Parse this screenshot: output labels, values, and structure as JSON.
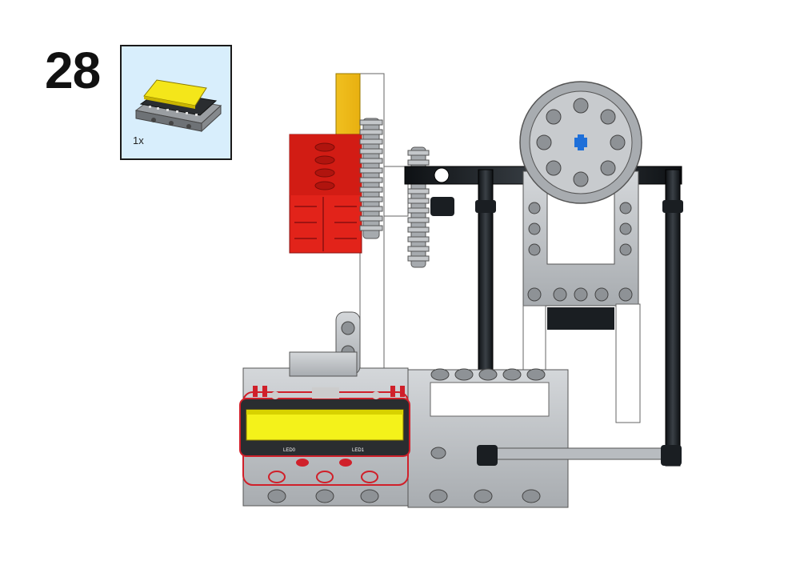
{
  "step": {
    "number": "28"
  },
  "parts_callout": {
    "quantity": "1x",
    "part_icon": "microbit-breakout-board-icon"
  },
  "board_labels": {
    "led_left": "LED0",
    "led_right": "LED1"
  },
  "colors": {
    "background": "#ffffff",
    "callout_bg": "#d8eefc",
    "highlight_outline": "#d0202a",
    "board_yellow": "#f4f21a",
    "brick_red": "#e2231a",
    "axle_black": "#1a1e22",
    "beam_gray": "#b8bcc0",
    "accent_blue": "#1e6fd9"
  }
}
